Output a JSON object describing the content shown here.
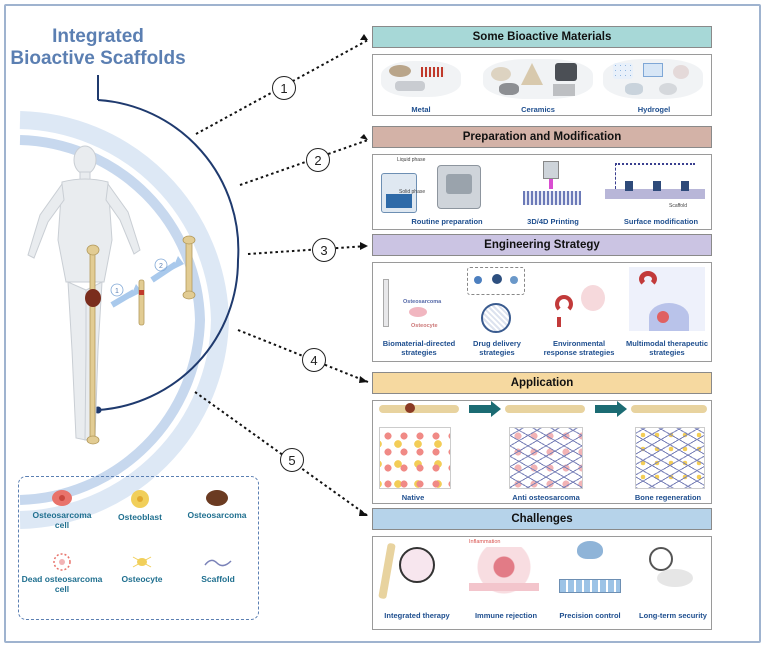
{
  "title": "Integrated Bioactive Scaffolds",
  "circle_numbers": [
    "1",
    "2",
    "3",
    "4",
    "5"
  ],
  "figure_steps": [
    "1",
    "2"
  ],
  "panels": {
    "materials": {
      "header": "Some Bioactive Materials",
      "items": [
        "Metal",
        "Ceramics",
        "Hydrogel"
      ]
    },
    "preparation": {
      "header": "Preparation and Modification",
      "items": [
        "Routine preparation",
        "3D/4D Printing",
        "Surface modification"
      ],
      "labels": [
        "Liquid phase",
        "Solid phase",
        "Scaffold"
      ]
    },
    "engineering": {
      "header": "Engineering Strategy",
      "items": [
        "Biomaterial-directed strategies",
        "Drug delivery strategies",
        "Environmental response strategies",
        "Multimodal therapeutic strategies"
      ],
      "labels": [
        "Osteosarcoma",
        "Osteocyte"
      ]
    },
    "application": {
      "header": "Application",
      "items": [
        "Native",
        "Anti osteosarcoma",
        "Bone regeneration"
      ]
    },
    "challenges": {
      "header": "Challenges",
      "items": [
        "Integrated therapy",
        "Immune rejection",
        "Precision control",
        "Long-term security"
      ],
      "labels": [
        "Inflammation"
      ]
    }
  },
  "legend": [
    "Osteosarcoma cell",
    "Osteoblast",
    "Osteosarcoma",
    "Dead osteosarcoma cell",
    "Osteocyte",
    "Scaffold"
  ],
  "colors": {
    "title": "#5b7fb2",
    "arc_dark": "#1f3a6e",
    "arc_light": "#c7d8ee",
    "caption": "#1f4f8f",
    "legend_text": "#1f6f8f",
    "osteosarcoma_cell": "#e8736b",
    "osteoblast": "#f1cf5a",
    "osteosarcoma": "#6b3b22",
    "arrow_teal": "#1b6b73"
  }
}
